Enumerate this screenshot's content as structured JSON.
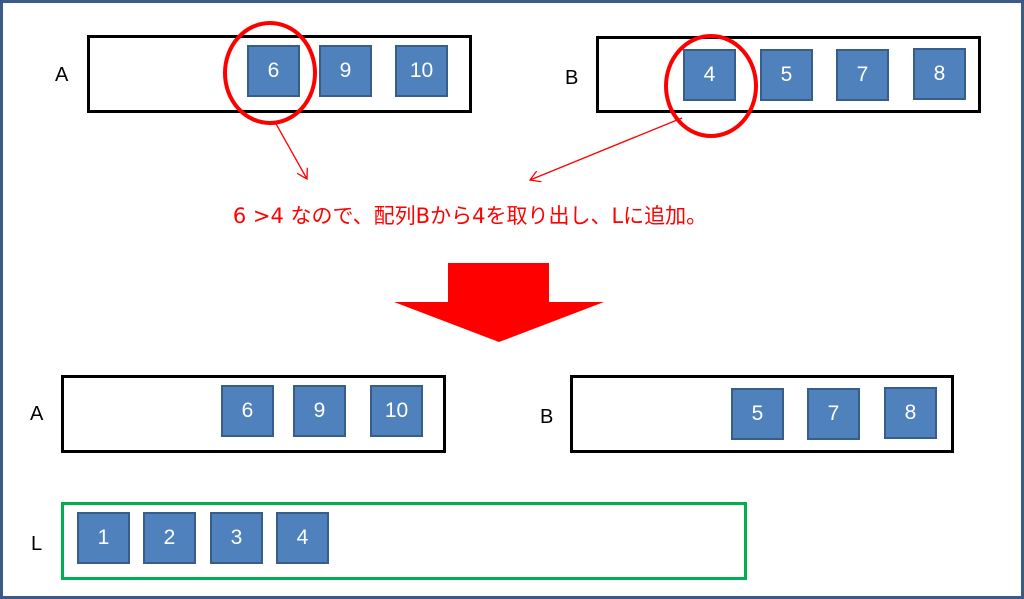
{
  "diagram": {
    "before": {
      "array_a": {
        "label": "A",
        "items": [
          "6",
          "9",
          "10"
        ]
      },
      "array_b": {
        "label": "B",
        "items": [
          "4",
          "5",
          "7",
          "8"
        ]
      },
      "highlighted": {
        "a": "6",
        "b": "4"
      }
    },
    "explanation": "6 >4 なので、配列Bから4を取り出し、Lに追加。",
    "after": {
      "array_a": {
        "label": "A",
        "items": [
          "6",
          "9",
          "10"
        ]
      },
      "array_b": {
        "label": "B",
        "items": [
          "5",
          "7",
          "8"
        ]
      },
      "array_l": {
        "label": "L",
        "items": [
          "1",
          "2",
          "3",
          "4"
        ]
      }
    },
    "colors": {
      "cell_fill": "#4f81bd",
      "cell_border": "#385d8a",
      "highlight": "#ff0000",
      "result_box_border": "#00b050",
      "frame_border": "#3b5a8a"
    }
  }
}
